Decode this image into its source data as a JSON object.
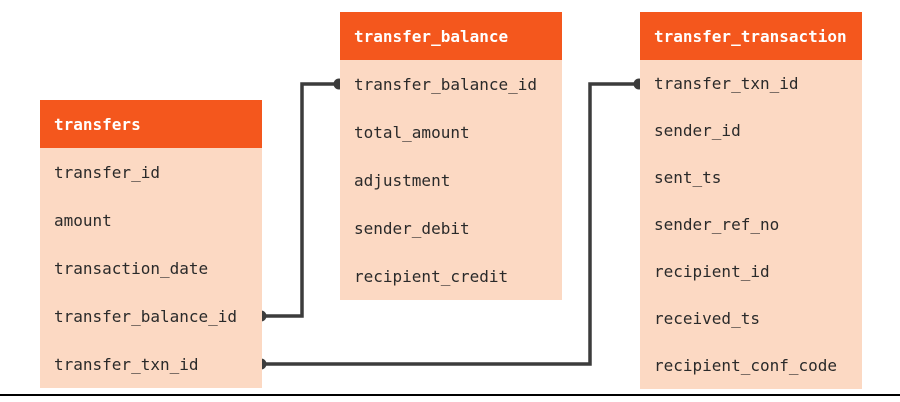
{
  "diagram": {
    "tables": [
      {
        "name": "transfers",
        "columns": [
          "transfer_id",
          "amount",
          "transaction_date",
          "transfer_balance_id",
          "transfer_txn_id"
        ]
      },
      {
        "name": "transfer_balance",
        "columns": [
          "transfer_balance_id",
          "total_amount",
          "adjustment",
          "sender_debit",
          "recipient_credit"
        ]
      },
      {
        "name": "transfer_transaction",
        "columns": [
          "transfer_txn_id",
          "sender_id",
          "sent_ts",
          "sender_ref_no",
          "recipient_id",
          "received_ts",
          "recipient_conf_code"
        ]
      }
    ],
    "relations": [
      {
        "from_table": "transfers",
        "from_column": "transfer_balance_id",
        "to_table": "transfer_balance",
        "to_column": "transfer_balance_id"
      },
      {
        "from_table": "transfers",
        "from_column": "transfer_txn_id",
        "to_table": "transfer_transaction",
        "to_column": "transfer_txn_id"
      }
    ],
    "colors": {
      "table_header_bg": "#F4571D",
      "table_body_bg": "#FCD9C3",
      "header_text": "#FFFFFF",
      "column_text": "#2A2A2A",
      "connector": "#3C3C3C",
      "bottom_rule": "#000000",
      "canvas_bg": "#FFFFFF"
    }
  }
}
